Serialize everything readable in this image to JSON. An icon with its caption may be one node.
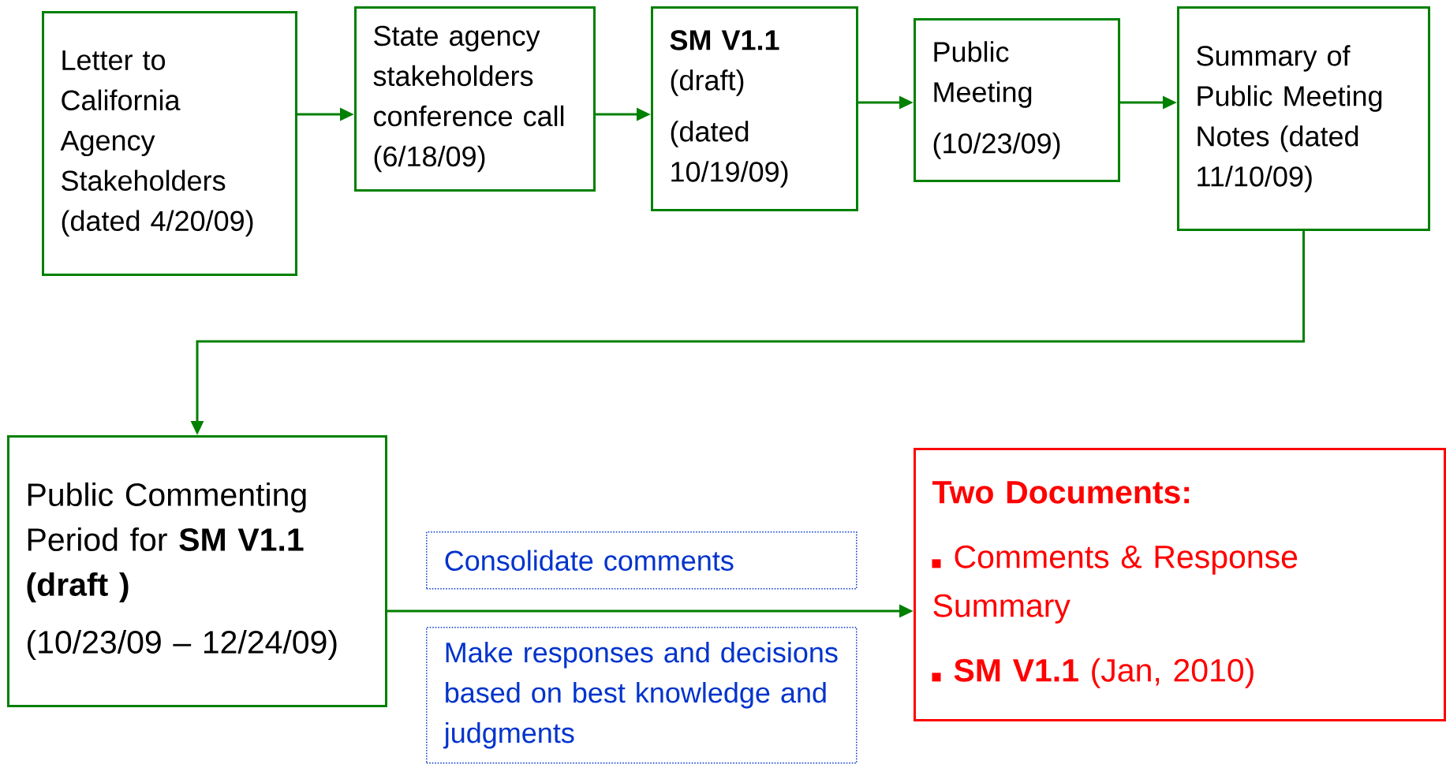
{
  "diagram": {
    "nodes": [
      {
        "text": [
          "Letter to California Agency Stakeholders (dated 4/20/09)"
        ]
      },
      {
        "text": [
          "State agency stakeholders conference call (6/18/09)"
        ]
      },
      {
        "text": [
          "**SM V1.1** (draft)",
          "(dated 10/19/09)"
        ]
      },
      {
        "text": [
          "Public Meeting",
          "(10/23/09)"
        ]
      },
      {
        "text": [
          "Summary of Public Meeting Notes (dated 11/10/09)"
        ]
      },
      {
        "text": [
          "Public Commenting Period for **SM V1.1 (draft )**",
          "(10/23/09 – 12/24/09)"
        ]
      },
      {
        "text": [
          "Consolidate comments"
        ]
      },
      {
        "text": [
          "Make responses and decisions based on best knowledge and judgments"
        ]
      },
      {
        "text": [
          "Two Documents:",
          "Comments & Response Summary",
          "**SM V1.1** (Jan, 2010)"
        ]
      }
    ],
    "edges": [
      {
        "from": 0,
        "to": 1,
        "arrow": "to"
      },
      {
        "from": 1,
        "to": 2,
        "arrow": "to"
      },
      {
        "from": 2,
        "to": 3,
        "arrow": "to"
      },
      {
        "from": 3,
        "to": 4,
        "arrow": "to"
      },
      {
        "from": 4,
        "to": 5,
        "arrow": "to"
      },
      {
        "from": 5,
        "to": 8,
        "arrow": "to"
      }
    ]
  }
}
